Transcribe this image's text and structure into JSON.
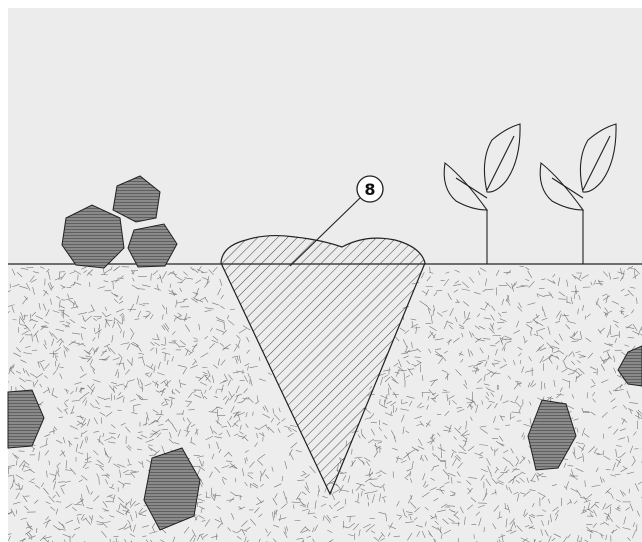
{
  "diagram": {
    "callout": {
      "label": "8"
    },
    "colors": {
      "sky": "#ececec",
      "soil": "#ededed",
      "line": "#222222",
      "stone": "#8a8a8a",
      "stone_dark": "#6f6f6f"
    },
    "elements": {
      "surface_stones": 3,
      "buried_stones": 4,
      "sprouts": 2
    }
  }
}
